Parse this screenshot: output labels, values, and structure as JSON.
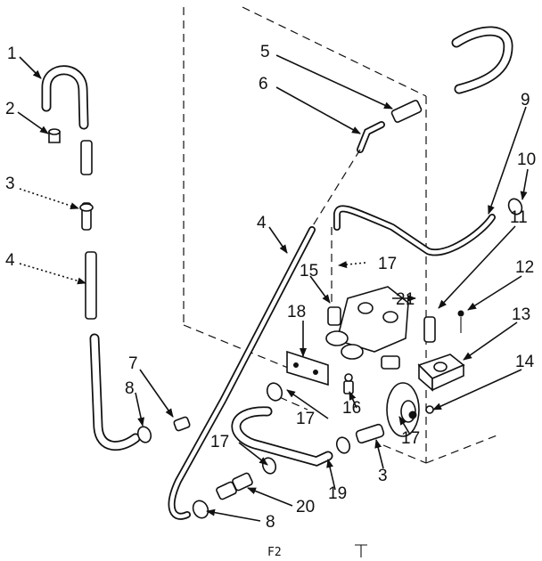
{
  "diagram": {
    "caption": "F2",
    "callouts": [
      {
        "id": "c1",
        "text": "1"
      },
      {
        "id": "c2",
        "text": "2"
      },
      {
        "id": "c3a",
        "text": "3"
      },
      {
        "id": "c4a",
        "text": "4"
      },
      {
        "id": "c5",
        "text": "5"
      },
      {
        "id": "c6",
        "text": "6"
      },
      {
        "id": "c4b",
        "text": "4"
      },
      {
        "id": "c7",
        "text": "7"
      },
      {
        "id": "c8a",
        "text": "8"
      },
      {
        "id": "c9",
        "text": "9"
      },
      {
        "id": "c10",
        "text": "10"
      },
      {
        "id": "c11",
        "text": "11"
      },
      {
        "id": "c12",
        "text": "12"
      },
      {
        "id": "c13",
        "text": "13"
      },
      {
        "id": "c14",
        "text": "14"
      },
      {
        "id": "c15",
        "text": "15"
      },
      {
        "id": "c17a",
        "text": "17"
      },
      {
        "id": "c21",
        "text": "21"
      },
      {
        "id": "c18",
        "text": "18"
      },
      {
        "id": "c16",
        "text": "16"
      },
      {
        "id": "c17b",
        "text": "17"
      },
      {
        "id": "c17c",
        "text": "17"
      },
      {
        "id": "c17d",
        "text": "17"
      },
      {
        "id": "c3b",
        "text": "3"
      },
      {
        "id": "c19",
        "text": "19"
      },
      {
        "id": "c20",
        "text": "20"
      },
      {
        "id": "c8b",
        "text": "8"
      }
    ]
  }
}
